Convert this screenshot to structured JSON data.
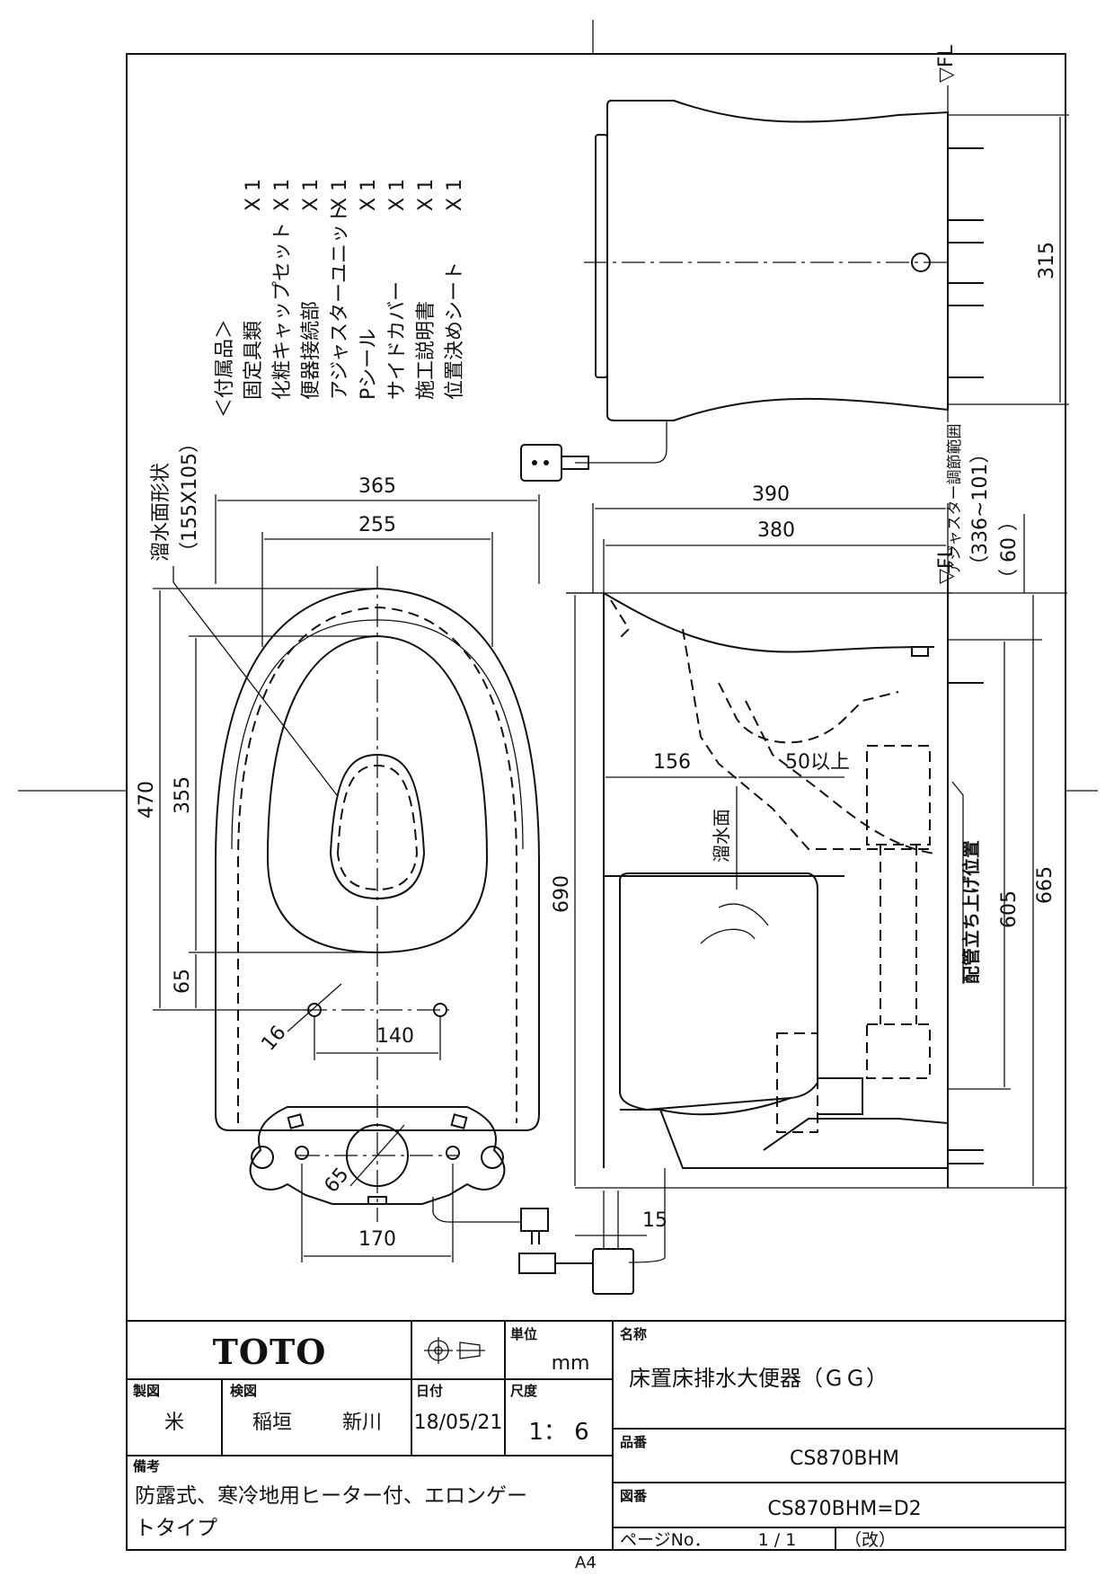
{
  "accessories": {
    "header": "＜付属品＞",
    "items": [
      {
        "name": "固定具類",
        "qty": "X 1"
      },
      {
        "name": "化粧キャップセット",
        "qty": "X 1"
      },
      {
        "name": "便器接続部",
        "qty": "X 1"
      },
      {
        "name": "アジャスターユニット",
        "qty": "X 1"
      },
      {
        "name": "Pシール",
        "qty": "X 1"
      },
      {
        "name": "サイドカバー",
        "qty": "X 1"
      },
      {
        "name": "施工説明書",
        "qty": "X 1"
      },
      {
        "name": "位置決めシート",
        "qty": "X 1"
      }
    ]
  },
  "plan_view": {
    "overflow_label": "溜水面形状",
    "overflow_size": "（155X105）",
    "dim_365": "365",
    "dim_255": "255",
    "dim_470": "470",
    "dim_355": "355",
    "dim_65_left": "65",
    "dim_16": "16",
    "dim_140": "140",
    "dim_65_drain": "65",
    "dim_170": "170"
  },
  "side_view": {
    "fl_top": "▽FL",
    "fl_mid": "▽FL",
    "dim_315": "315",
    "dim_390": "390",
    "dim_380": "380",
    "adjuster_label": "アジャスター調節範囲",
    "adjuster_range": "（336~101）",
    "dim_60": "（ 60 ）",
    "dim_156": "156",
    "dim_50": "50以上",
    "water_surface": "溜水面",
    "dim_690": "690",
    "dim_605": "605",
    "dim_665": "665",
    "pipe_position": "配管立ち上げ位置",
    "dim_15": "15"
  },
  "title_block": {
    "logo": "TOTO",
    "unit_label": "単位",
    "unit_value": "mm",
    "name_label": "名称",
    "name_value": "床置床排水大便器（ＧＧ）",
    "drawn_label": "製図",
    "drawn_value": "米",
    "checked_label": "検図",
    "checked_value1": "稲垣",
    "checked_value2": "新川",
    "date_label": "日付",
    "date_value": "18/05/21",
    "scale_label": "尺度",
    "scale_value": "1： 6",
    "part_label": "品番",
    "part_value": "CS870BHM",
    "drawing_label": "図番",
    "drawing_value": "CS870BHM=D2",
    "remarks_label": "備考",
    "remarks_line1": "防露式、寒冷地用ヒーター付、エロンゲー",
    "remarks_line2": "トタイプ",
    "paper_size": "A4",
    "page_label": "ページNo．",
    "page_value": "1 / 1",
    "revision_label": "（改）"
  }
}
